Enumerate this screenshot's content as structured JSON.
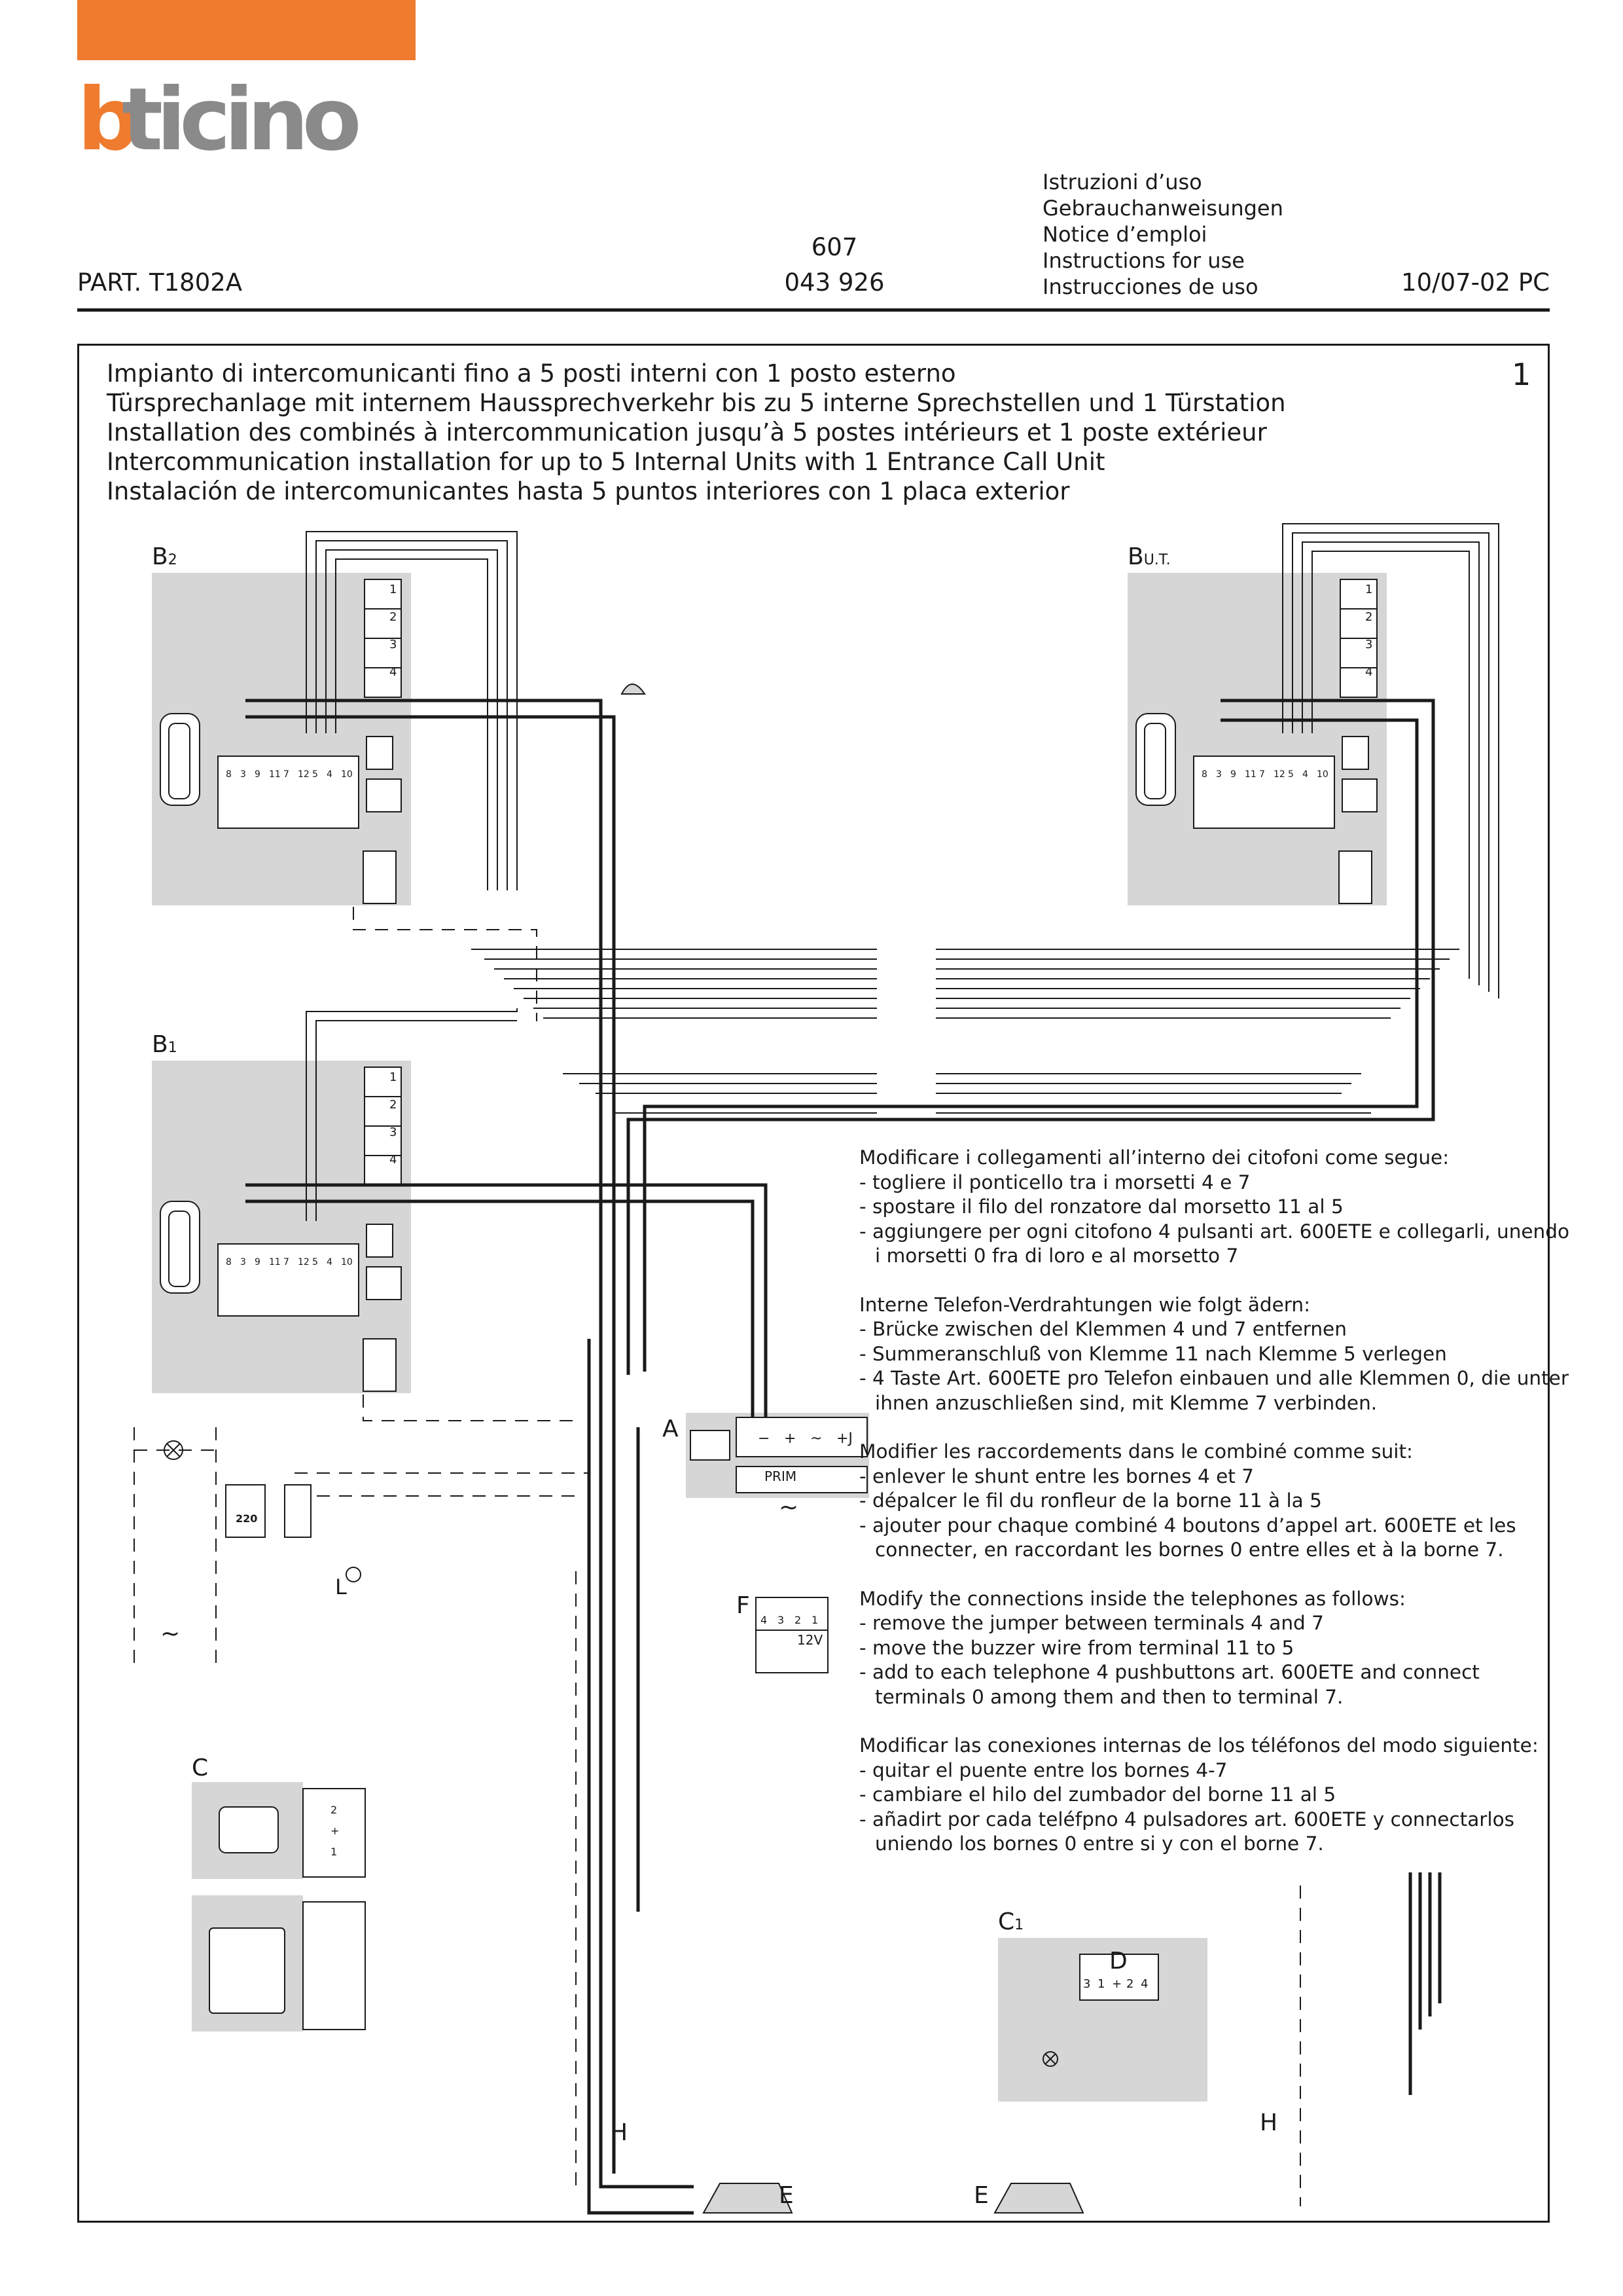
{
  "header": {
    "brand": "bticino",
    "part": "PART. T1802A",
    "model": "607",
    "code": "043 926",
    "languages": [
      "Istruzioni d’uso",
      "Gebrauchanweisungen",
      "Notice d’emploi",
      "Instructions for use",
      "Instrucciones de uso"
    ],
    "date": "10/07-02 PC"
  },
  "figure": {
    "number": "1",
    "titles": [
      "Impianto di intercomunicanti fino a 5 posti interni con 1 posto esterno",
      "Türsprechanlage mit internem Haussprechverkehr bis zu 5 interne Sprechstellen und 1 Türstation",
      "Installation des combinés à intercommunication jusqu’à 5 postes intérieurs et 1 poste extérieur",
      "Intercommunication installation for up to 5 Internal Units with 1 Entrance Call Unit",
      "Instalación de intercomunicantes hasta 5 puntos interiores con 1 placa exterior"
    ]
  },
  "notes": [
    [
      "Modificare i collegamenti all’interno dei citofoni come segue:",
      "- togliere il ponticello tra i morsetti 4 e 7",
      "- spostare il filo del ronzatore dal morsetto 11 al 5",
      "- aggiungere per ogni citofono 4 pulsanti art. 600ETE e collegarli, unendo",
      "i morsetti 0 fra di loro e al morsetto 7"
    ],
    [
      "Interne Telefon-Verdrahtungen wie folgt ädern:",
      "- Brücke zwischen del Klemmen 4 und 7 entfernen",
      "- Summeranschluß von Klemme 11 nach Klemme 5 verlegen",
      "- 4 Taste Art. 600ETE pro Telefon einbauen und alle Klemmen 0, die unter",
      "ihnen anzuschließen sind, mit Klemme 7 verbinden."
    ],
    [
      "Modifier les raccordements dans le combiné comme suit:",
      "- enlever le shunt entre les bornes 4 et 7",
      "- dépalcer le fil du ronfleur de la borne 11 à la 5",
      "- ajouter pour chaque combiné 4 boutons d’appel art. 600ETE et les",
      "connecter, en raccordant les bornes 0 entre elles et à la borne 7."
    ],
    [
      "Modify the connections inside the telephones as follows:",
      "- remove the jumper between terminals 4 and 7",
      "- move the buzzer wire from terminal 11 to 5",
      "- add to each telephone 4 pushbuttons art. 600ETE and connect",
      "terminals 0 among them and then to terminal 7."
    ],
    [
      "Modificar las conexiones internas de los téléfonos del modo siguiente:",
      "- quitar el puente entre los bornes 4-7",
      "- cambiare el hilo del zumbador del borne 11 al 5",
      "- añadirt por cada teléfpno 4 pulsadores art. 600ETE y connectarlos",
      "uniendo los bornes 0 entre si y con el borne 7."
    ]
  ],
  "labels": {
    "b2": "B2",
    "b2_main": "B",
    "b2_sub": "2",
    "but_main": "B",
    "but_sub": "U.T.",
    "b1_main": "B",
    "b1_sub": "1",
    "a": "A",
    "f": "F",
    "c": "C",
    "c1_main": "C",
    "c1_sub": "1",
    "d": "D",
    "e": "E",
    "h": "H",
    "l": "L",
    "prim": "PRIM",
    "twelve_v": "12V",
    "two_twenty": "220",
    "tilde": "~"
  },
  "terminals": {
    "handset": [
      "8",
      "3",
      "9",
      "11",
      "7",
      "12",
      "5",
      "4",
      "10"
    ],
    "buttons": [
      "1",
      "2",
      "3",
      "4"
    ],
    "ps_top": [
      "−",
      "+",
      "~",
      "+J"
    ],
    "f_top": [
      "4",
      "3",
      "2",
      "1"
    ],
    "d_terms": [
      "3",
      "1",
      "+",
      "2",
      "4"
    ],
    "c_terms": [
      "2",
      "+",
      "1"
    ]
  },
  "colors": {
    "accent": "#ef7b2f",
    "panel": "#d6d6d6",
    "ink": "#1a1a1a"
  }
}
